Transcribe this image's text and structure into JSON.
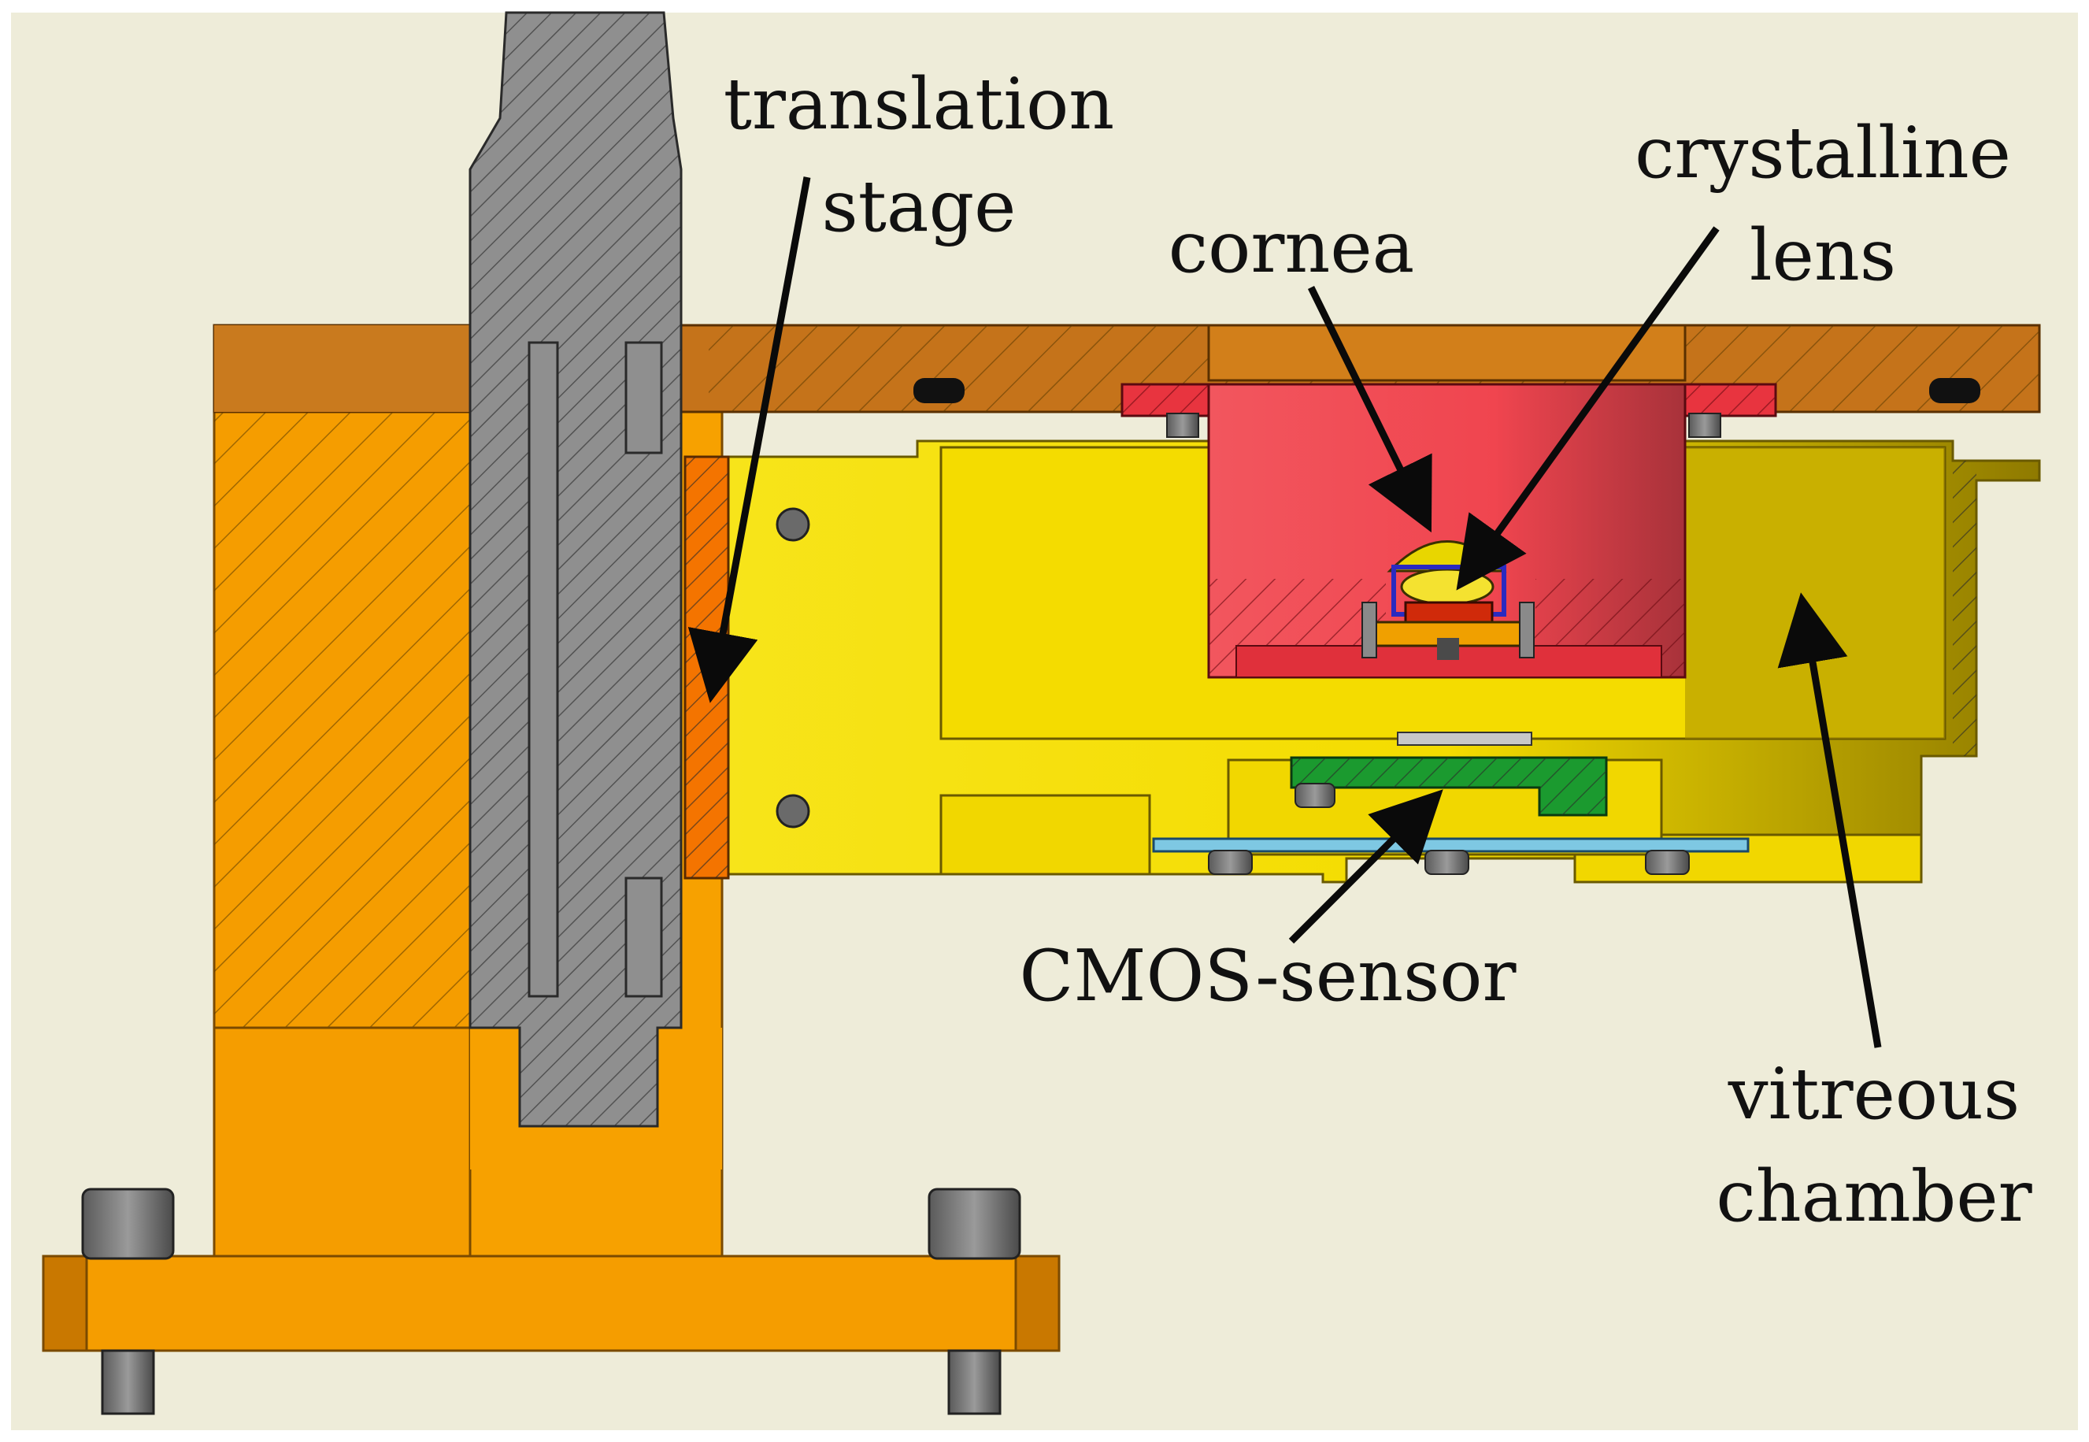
{
  "diagram": {
    "labels": {
      "translation_stage": [
        "translation",
        "stage"
      ],
      "cornea": "cornea",
      "crystalline_lens": [
        "crystalline",
        "lens"
      ],
      "cmos_sensor": "CMOS-sensor",
      "vitreous_chamber": [
        "vitreous",
        "chamber"
      ]
    },
    "colors": {
      "background": "#eeecd9",
      "orange_base": "#f59d00",
      "copper_lid": "#c5731a",
      "yellow_chamber": "#f6e100",
      "red_cornea_mount": "#e8343f",
      "grey_stage": "#8f8f8f",
      "green_pcb": "#1b9a2f",
      "blue_sensor": "#7ec8e3",
      "arrow": "#0a0a0a"
    }
  }
}
